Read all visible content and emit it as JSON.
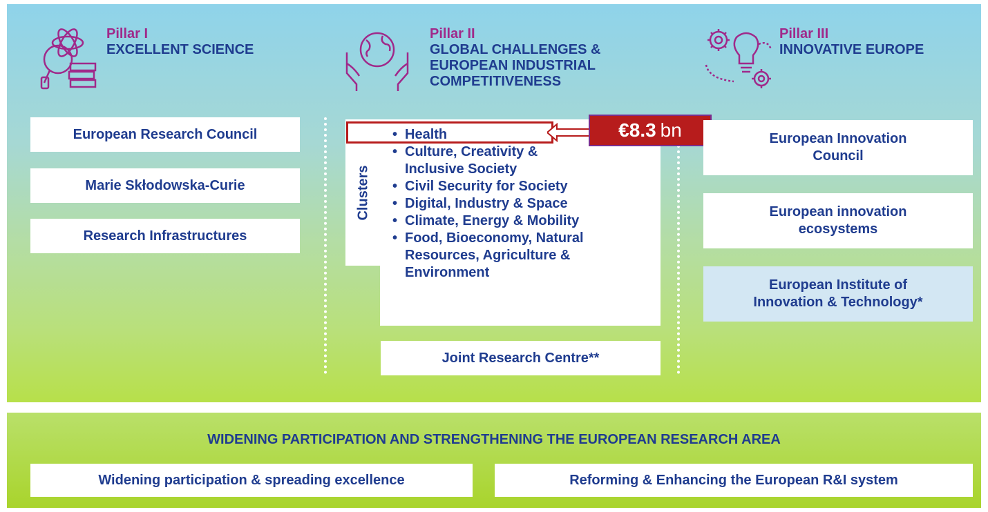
{
  "pillars": [
    {
      "number": "Pillar I",
      "name": "EXCELLENT SCIENCE",
      "icon": "science-icon",
      "items": [
        "European Research Council",
        "Marie Skłodowska-Curie",
        "Research Infrastructures"
      ]
    },
    {
      "number": "Pillar II",
      "name": "GLOBAL CHALLENGES &\nEUROPEAN INDUSTRIAL\nCOMPETITIVENESS",
      "icon": "globe-hands-icon",
      "clusters_label": "Clusters",
      "clusters": [
        "Health",
        "Culture, Creativity &\nInclusive Society",
        "Civil Security for Society",
        "Digital, Industry & Space",
        "Climate, Energy & Mobility",
        "Food, Bioeconomy, Natural\nResources, Agriculture &\nEnvironment"
      ],
      "extra": "Joint Research Centre**"
    },
    {
      "number": "Pillar III",
      "name": "INNOVATIVE EUROPE",
      "icon": "lightbulb-gears-icon",
      "items": [
        "European Innovation\nCouncil",
        "European innovation\necosystems",
        "European Institute of\nInnovation & Technology*"
      ]
    }
  ],
  "budget": {
    "amount": "€8.3",
    "unit": "bn"
  },
  "widening": {
    "heading": "WIDENING PARTICIPATION AND STRENGTHENING THE EUROPEAN RESEARCH AREA",
    "items": [
      "Widening participation & spreading excellence",
      "Reforming & Enhancing the European R&I system"
    ]
  },
  "colors": {
    "pillar_number": "#a0298a",
    "text": "#1f3c8f",
    "highlight": "#b71c1c",
    "badge_border": "#7b2c8c"
  }
}
